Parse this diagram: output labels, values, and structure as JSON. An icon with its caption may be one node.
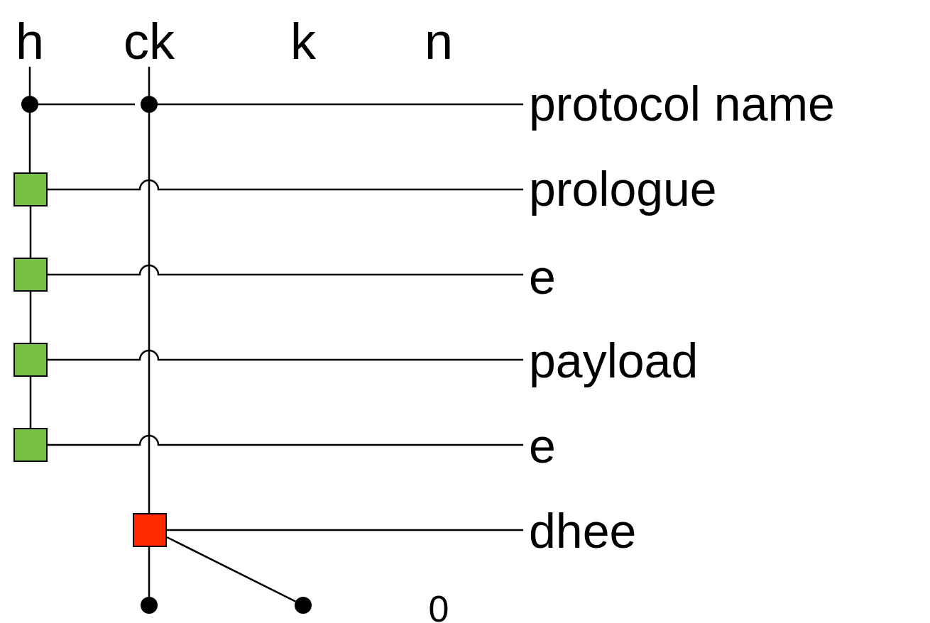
{
  "diagram": {
    "nodes": [
      {
        "text": [
          "h"
        ]
      },
      {
        "text": [
          "ck"
        ]
      },
      {
        "text": [
          "k"
        ]
      },
      {
        "text": [
          "n"
        ]
      },
      {
        "text": [
          "protocol name"
        ]
      },
      {
        "text": [
          "prologue"
        ]
      },
      {
        "text": [
          "e"
        ]
      },
      {
        "text": [
          "payload"
        ]
      },
      {
        "text": [
          "e"
        ]
      },
      {
        "text": [
          "dhee"
        ]
      },
      {
        "text": [],
        "shape": "circle"
      },
      {
        "text": [],
        "shape": "circle"
      },
      {
        "text": [],
        "shape": "box"
      },
      {
        "text": [],
        "shape": "box"
      },
      {
        "text": [],
        "shape": "box"
      },
      {
        "text": [],
        "shape": "box"
      },
      {
        "text": [],
        "shape": "box"
      },
      {
        "text": [],
        "shape": "circle"
      },
      {
        "text": [],
        "shape": "circle"
      }
    ],
    "edges": [
      {
        "from": 0,
        "to": 10,
        "arrow": "none"
      },
      {
        "from": 10,
        "to": 12,
        "arrow": "none"
      },
      {
        "from": 12,
        "to": 13,
        "arrow": "none"
      },
      {
        "from": 13,
        "to": 14,
        "arrow": "none"
      },
      {
        "from": 14,
        "to": 15,
        "arrow": "none"
      },
      {
        "from": 1,
        "to": 11,
        "arrow": "none"
      },
      {
        "from": 11,
        "to": 16,
        "arrow": "none"
      },
      {
        "from": 16,
        "to": 17,
        "arrow": "none"
      },
      {
        "from": 10,
        "to": 11,
        "arrow": "none"
      },
      {
        "from": 11,
        "to": 4,
        "arrow": "none"
      },
      {
        "from": 12,
        "to": 5,
        "arrow": "none"
      },
      {
        "from": 13,
        "to": 6,
        "arrow": "none"
      },
      {
        "from": 14,
        "to": 7,
        "arrow": "none"
      },
      {
        "from": 15,
        "to": 8,
        "arrow": "none"
      },
      {
        "from": 16,
        "to": 9,
        "arrow": "none"
      },
      {
        "from": 16,
        "to": 18,
        "arrow": "none"
      }
    ],
    "labels": [
      "0"
    ]
  }
}
